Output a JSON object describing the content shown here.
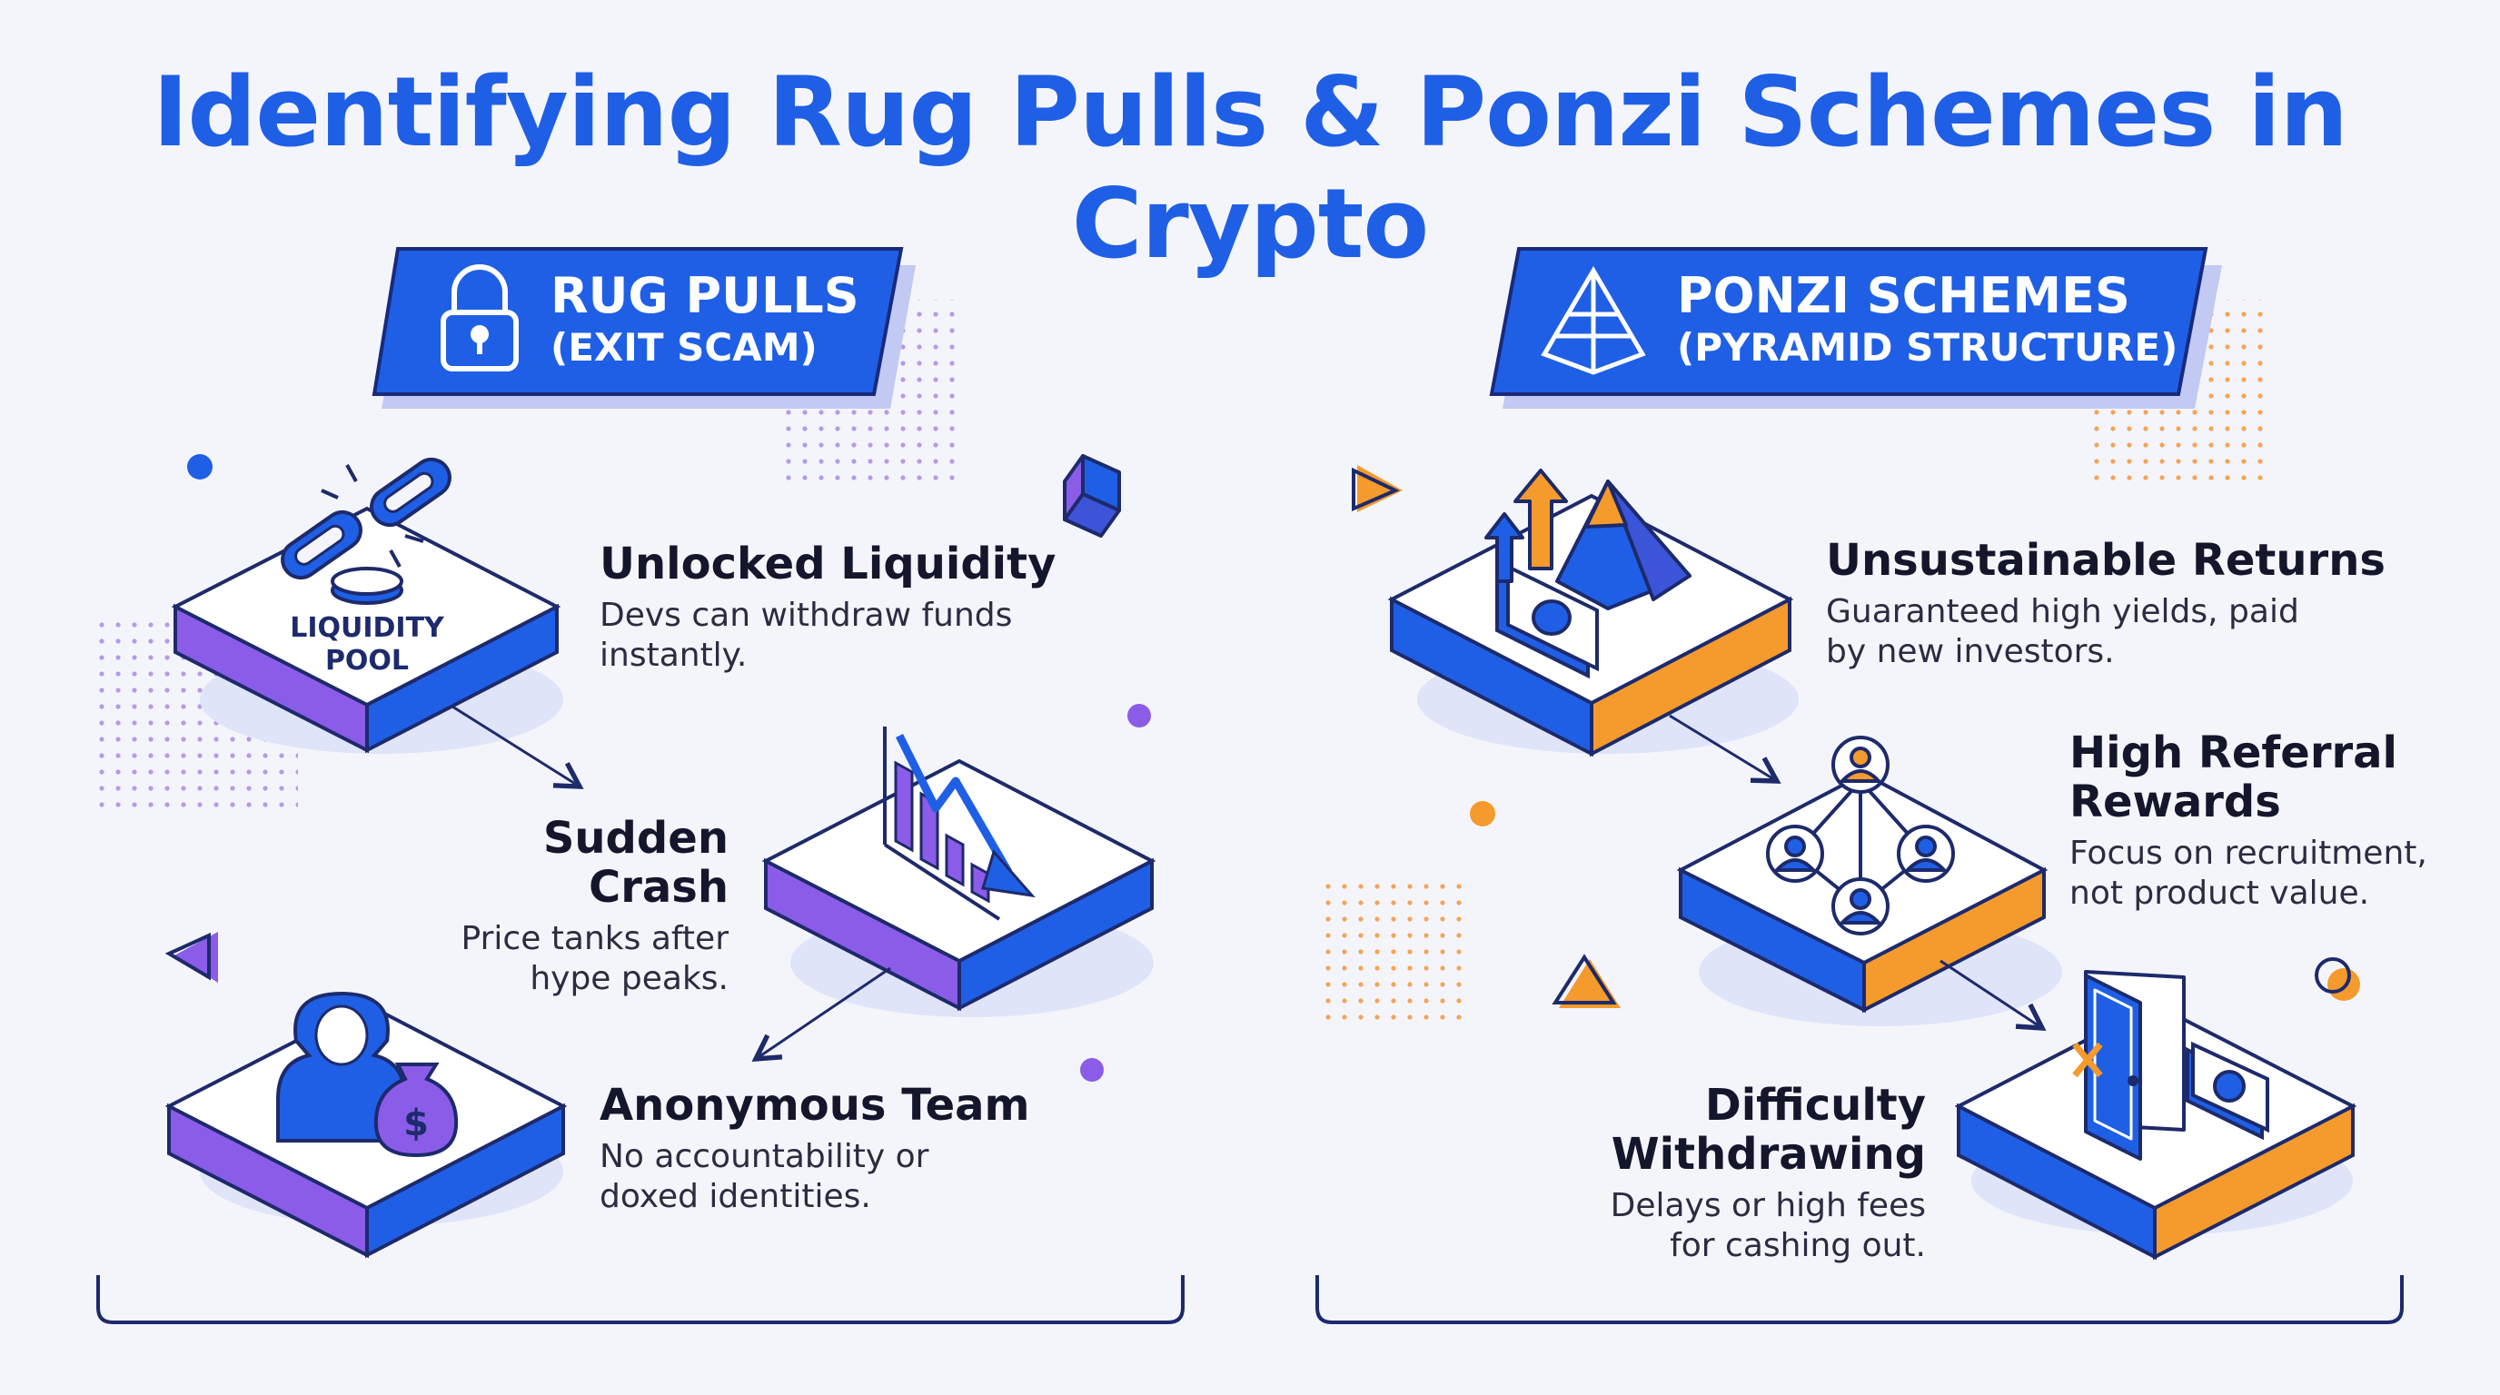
{
  "title": "Identifying Rug Pulls & Ponzi Schemes in Crypto",
  "colors": {
    "primary_blue": "#1f5fe6",
    "purple": "#8a5ce8",
    "orange": "#f59a2c",
    "dark": "#14162b",
    "background": "#f4f5fb"
  },
  "rug_pulls": {
    "banner_line1": "RUG PULLS",
    "banner_line2": "(EXIT SCAM)",
    "banner_icon": "padlock-icon",
    "pool_label_line1": "LIQUIDITY",
    "pool_label_line2": "POOL",
    "items": [
      {
        "heading": "Unlocked Liquidity",
        "line1": "Devs can withdraw funds",
        "line2": "instantly.",
        "icon": "broken-chain-icon"
      },
      {
        "heading": "Sudden Crash",
        "line1": "Price tanks after",
        "line2": "hype peaks.",
        "icon": "falling-chart-icon"
      },
      {
        "heading": "Anonymous Team",
        "line1": "No accountability or",
        "line2": "doxed identities.",
        "icon": "hooded-figure-icon"
      }
    ]
  },
  "ponzi": {
    "banner_line1": "PONZI SCHEMES",
    "banner_line2": "(PYRAMID STRUCTURE)",
    "banner_icon": "pyramid-icon",
    "items": [
      {
        "heading": "Unsustainable Returns",
        "line1": "Guaranteed high yields, paid",
        "line2": "by new investors.",
        "icon": "money-pyramid-icon"
      },
      {
        "heading_line1": "High Referral",
        "heading_line2": "Rewards",
        "line1": "Focus on recruitment,",
        "line2": "not product value.",
        "icon": "referral-network-icon"
      },
      {
        "heading": "Difficulty Withdrawing",
        "line1": "Delays or high fees",
        "line2": "for cashing out.",
        "icon": "locked-door-icon"
      }
    ]
  }
}
